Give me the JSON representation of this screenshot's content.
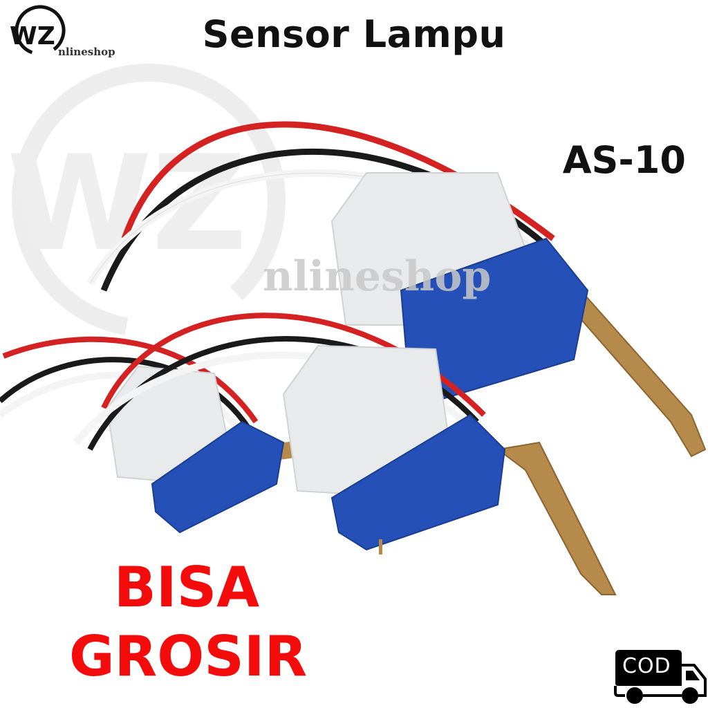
{
  "brand": {
    "logo_mark": "WZ",
    "logo_suffix": "nlineshop",
    "watermark": "WZ nlineshop"
  },
  "title": "Sensor Lampu",
  "model": "AS-10",
  "promo": {
    "line1": "BISA",
    "line2": "GROSIR"
  },
  "badge": {
    "icon": "delivery-truck-icon",
    "label": "COD"
  },
  "colors": {
    "promo_red": "#f40b0b",
    "sensor_blue": "#2450b8",
    "sensor_cap": "#e9ebec",
    "wire_red": "#d42222",
    "wire_black": "#1a1a1a",
    "bracket_copper": "#b58a4a"
  }
}
